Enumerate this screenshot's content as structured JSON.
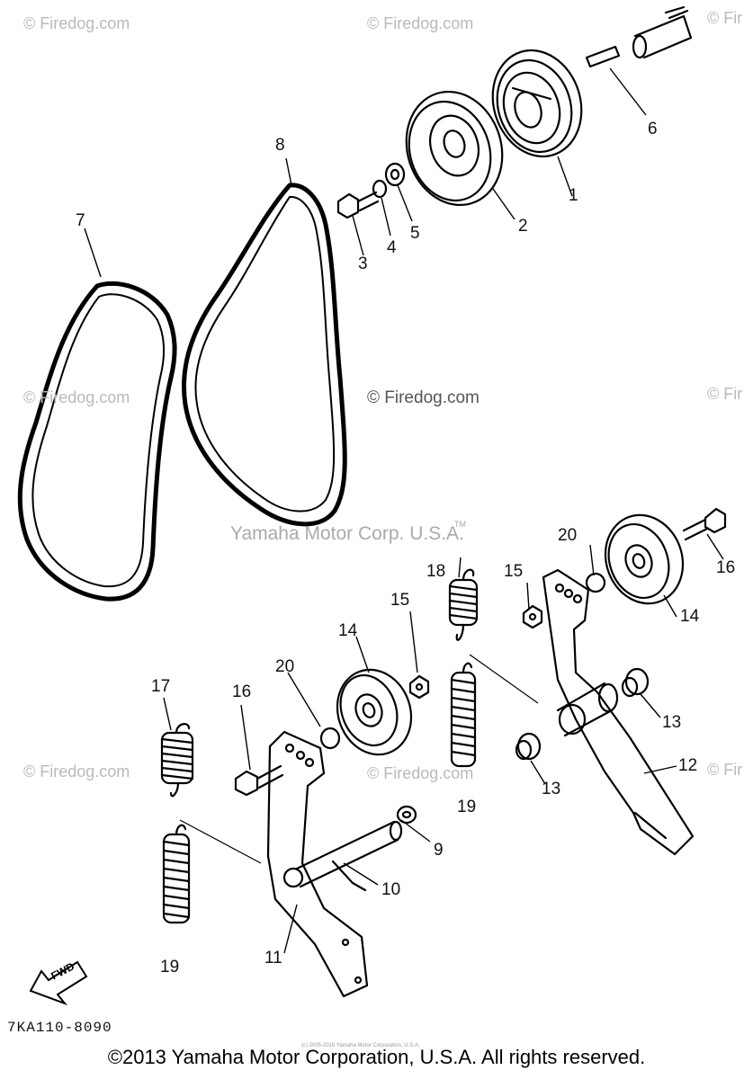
{
  "watermarks": {
    "firedog": "© Firedog.com",
    "firedog_edge": "© Fir",
    "firedog_left_edge": "Firedog.com",
    "yamaha": "Yamaha Motor Corp. U.S.A.",
    "tm": "TM"
  },
  "callouts": [
    "1",
    "2",
    "3",
    "4",
    "5",
    "6",
    "7",
    "8",
    "9",
    "10",
    "11",
    "12",
    "13",
    "13",
    "14",
    "14",
    "15",
    "15",
    "16",
    "16",
    "17",
    "18",
    "19",
    "19",
    "20",
    "20"
  ],
  "diagram_code": "7KA110-8090",
  "fine_print": "(c) 2005-2015 Yamaha Motor Corporation, U.S.A.",
  "copyright": "©2013 Yamaha Motor Corporation, U.S.A. All rights reserved.",
  "fwd_label": "FWD"
}
